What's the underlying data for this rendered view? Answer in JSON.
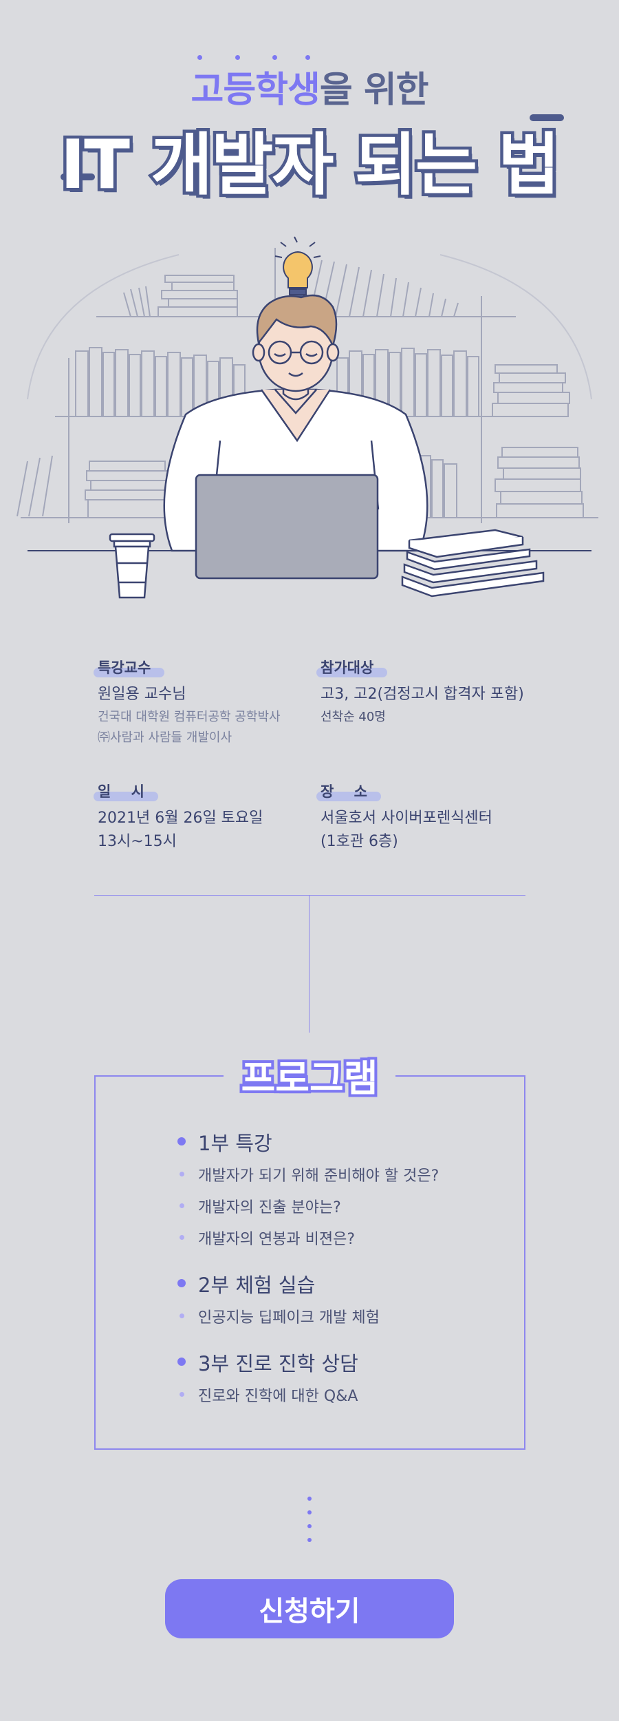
{
  "header": {
    "subtitle_accent": "고등학생",
    "subtitle_rest": "을 위한",
    "title": "IT 개발자 되는 법"
  },
  "info": {
    "lecturer": {
      "label": "특강교수",
      "name": "원일용 교수님",
      "line1": "건국대 대학원 컴퓨터공학 공학박사",
      "line2": "㈜사람과 사람들 개발이사"
    },
    "target": {
      "label": "참가대상",
      "main": "고3, 고2(검정고시 합격자 포함)",
      "sub": "선착순 40명"
    },
    "date": {
      "label": "일    시",
      "line1": "2021년 6월 26일 토요일",
      "line2": "13시~15시"
    },
    "place": {
      "label": "장    소",
      "line1": "서울호서 사이버포렌식센터",
      "line2": "(1호관 6층)"
    }
  },
  "program": {
    "title": "프로그램",
    "sections": [
      {
        "title": "1부 특강",
        "items": [
          "개발자가 되기 위해 준비해야 할 것은?",
          "개발자의 진출 분야는?",
          "개발자의 연봉과 비젼은?"
        ]
      },
      {
        "title": "2부 체험 실습",
        "items": [
          "인공지능 딥페이크 개발 체험"
        ]
      },
      {
        "title": "3부 진로 진학 상담",
        "items": [
          "진로와 진학에 대한 Q&A"
        ]
      }
    ]
  },
  "cta": {
    "label": "신청하기"
  },
  "colors": {
    "accent": "#7d78f2",
    "navy": "#4e5b8d",
    "background": "#dadbdf"
  }
}
